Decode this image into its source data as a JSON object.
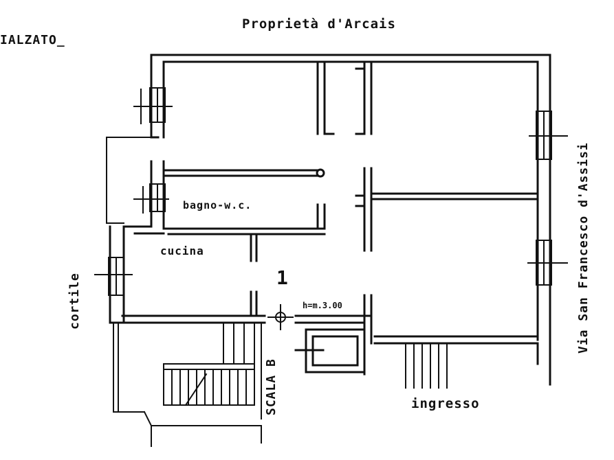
{
  "plan": {
    "floor_title": "IALZATO_",
    "north_neighbor": "Proprietà   d'Arcais",
    "street_name": "Via  San  Francesco  d'Assisi",
    "courtyard": "cortile",
    "room_bathroom": "bagno-w.c.",
    "room_kitchen": "cucina",
    "room_number": "1",
    "elevation_mark": "h=m.3.00",
    "stair_label": "SCALA  B",
    "entrance": "ingresso",
    "ink_color": "#111111",
    "paper_color": "#ffffff"
  }
}
